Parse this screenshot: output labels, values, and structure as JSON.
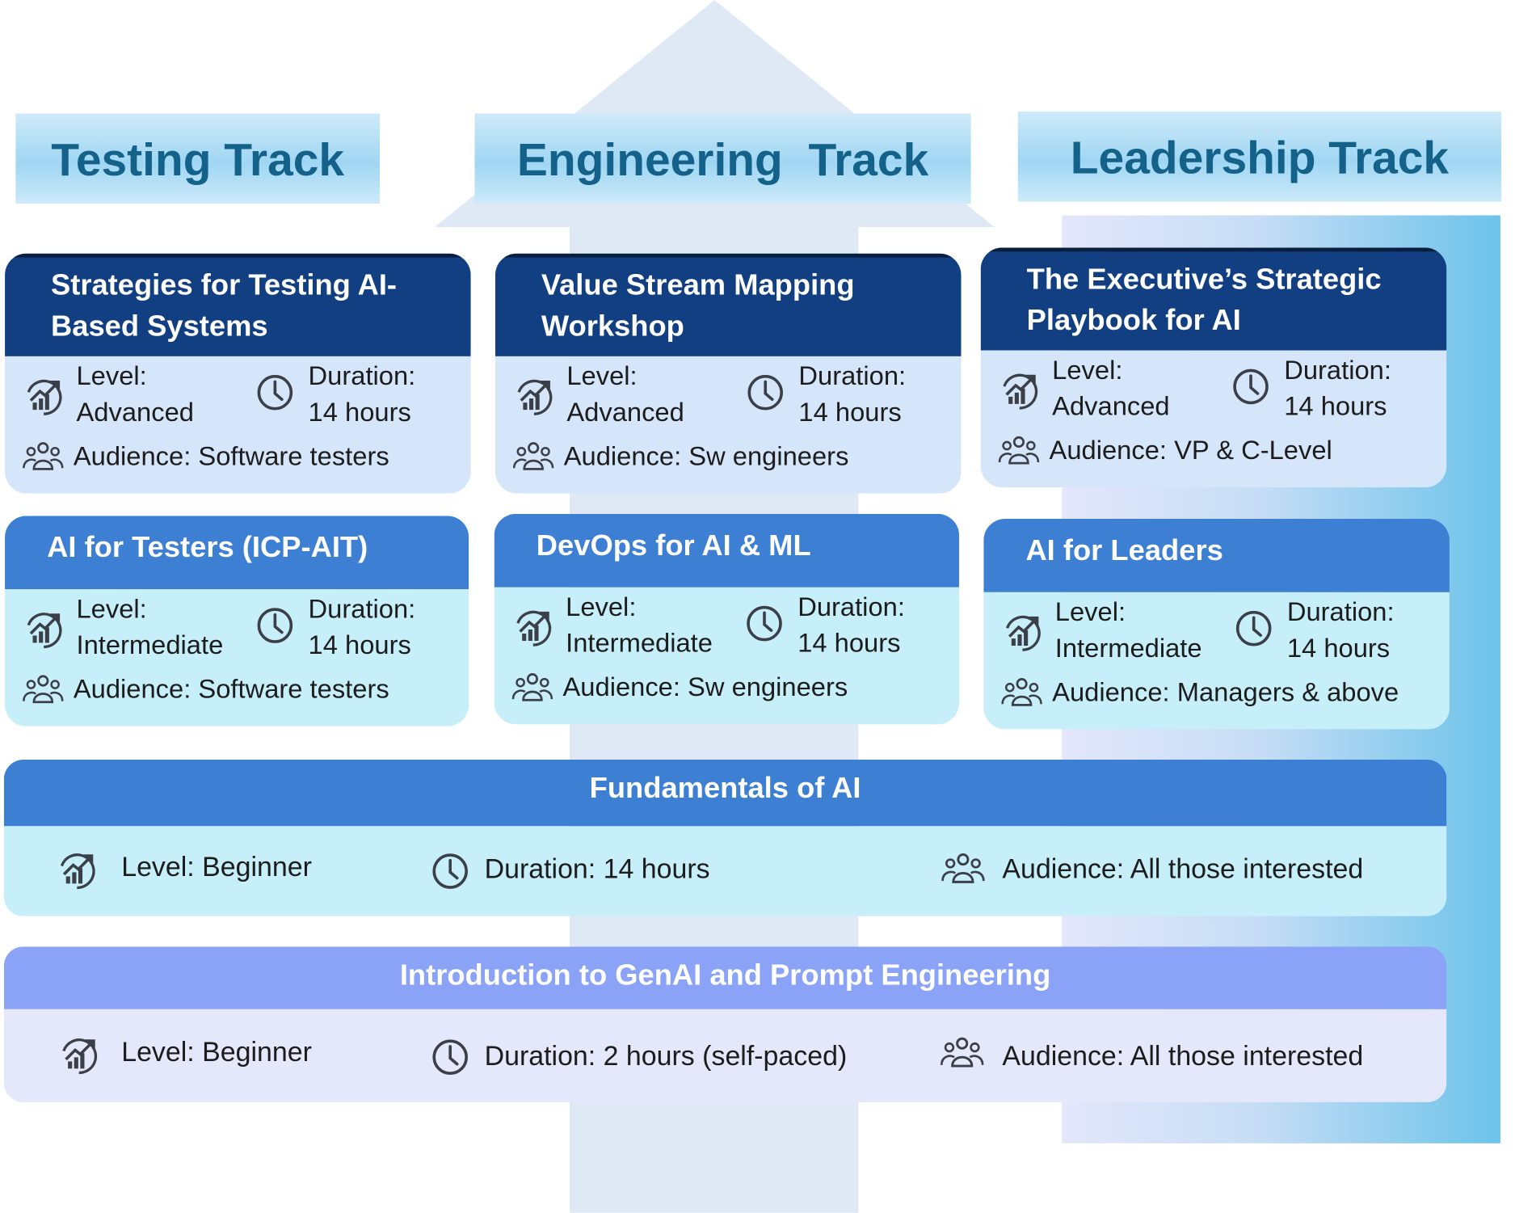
{
  "tracks": {
    "testing": "Testing Track",
    "engineering": "Engineering  Track",
    "leadership": "Leadership Track"
  },
  "cards": [
    {
      "title": "Strategies for Testing AI-\nBased Systems",
      "level": "Level:\nAdvanced",
      "duration": "Duration:\n14 hours",
      "audience": "Audience: Software testers"
    },
    {
      "title": "Value Stream Mapping\nWorkshop",
      "level": "Level:\nAdvanced",
      "duration": "Duration:\n14 hours",
      "audience": "Audience: Sw engineers"
    },
    {
      "title": "The Executive’s Strategic\nPlaybook for AI",
      "level": "Level:\nAdvanced",
      "duration": "Duration:\n14 hours",
      "audience": "Audience: VP & C-Level"
    },
    {
      "title": "AI for Testers (ICP-AIT)",
      "level": "Level:\nIntermediate",
      "duration": "Duration:\n14 hours",
      "audience": "Audience: Software testers"
    },
    {
      "title": "DevOps for AI & ML",
      "level": "Level:\nIntermediate",
      "duration": "Duration:\n14 hours",
      "audience": "Audience: Sw engineers"
    },
    {
      "title": "AI for Leaders",
      "level": "Level:\nIntermediate",
      "duration": "Duration:\n14 hours",
      "audience": "Audience: Managers & above"
    }
  ],
  "fundamentals": {
    "title": "Fundamentals of AI",
    "level": "Level: Beginner",
    "duration": "Duration: 14 hours",
    "audience": "Audience: All those interested"
  },
  "genai": {
    "title": "Introduction to GenAI and Prompt Engineering",
    "level": "Level: Beginner",
    "duration": "Duration: 2 hours (self-paced)",
    "audience": "Audience: All those interested"
  },
  "icons": {
    "level": "growth-chart-icon",
    "duration": "clock-icon",
    "audience": "people-group-icon"
  },
  "colors": {
    "dark_header": "#123f82",
    "mid_header": "#3d7fd3",
    "purple_header": "#8aa3f7",
    "track_text": "#14628a"
  }
}
